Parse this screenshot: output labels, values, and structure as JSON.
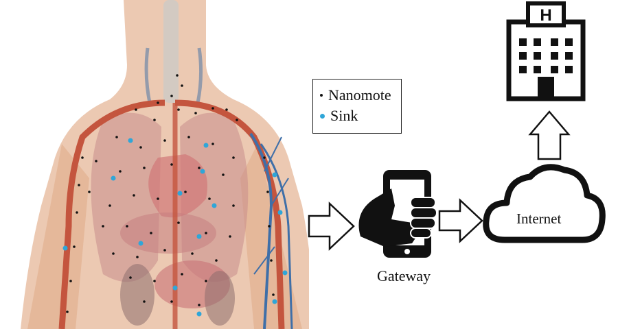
{
  "legend": {
    "items": [
      {
        "label": "Nanomote",
        "color": "#111111"
      },
      {
        "label": "Sink",
        "color": "#2fa6d8"
      }
    ]
  },
  "gateway": {
    "label": "Gateway"
  },
  "internet": {
    "label": "Internet"
  },
  "hospital": {
    "sign": "H"
  },
  "colors": {
    "skin": "#e9bfa4",
    "organ": "#c97a7a",
    "artery": "#c4553e",
    "vein": "#3f6fa8",
    "sink": "#2fa6d8",
    "nanomote": "#111111"
  }
}
